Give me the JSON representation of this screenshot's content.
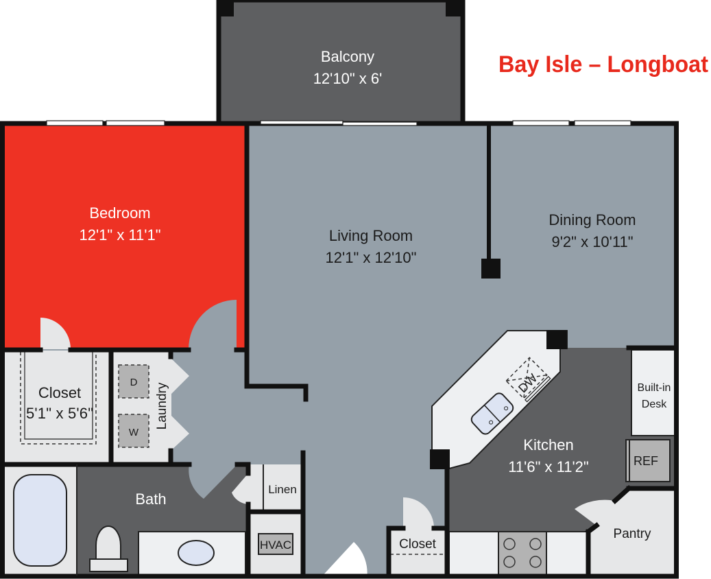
{
  "title": "Bay Isle – Longboat",
  "colors": {
    "title": "#e8291c",
    "bedroom": "#ee3224",
    "living": "#95a0a9",
    "dark": "#5e5f61",
    "light": "#e6e7e8"
  },
  "rooms": {
    "balcony": {
      "name": "Balcony",
      "size": "12'10\" x 6'"
    },
    "bedroom": {
      "name": "Bedroom",
      "size": "12'1\" x 11'1\""
    },
    "living": {
      "name": "Living Room",
      "size": "12'1\" x 12'10\""
    },
    "dining": {
      "name": "Dining Room",
      "size": "9'2\" x 10'11\""
    },
    "kitchen": {
      "name": "Kitchen",
      "size": "11'6\" x 11'2\""
    },
    "closet": {
      "name": "Closet",
      "size": "5'1\" x 5'6\""
    },
    "bath": {
      "name": "Bath"
    },
    "laundry": {
      "name": "Laundry"
    },
    "linen": {
      "name": "Linen"
    },
    "hvac": {
      "name": "HVAC"
    },
    "closet2": {
      "name": "Closet"
    },
    "pantry": {
      "name": "Pantry"
    },
    "desk": {
      "line1": "Built-in",
      "line2": "Desk"
    }
  },
  "appliances": {
    "dryer": "D",
    "washer": "W",
    "dishwasher": "DW",
    "refrigerator": "REF"
  }
}
